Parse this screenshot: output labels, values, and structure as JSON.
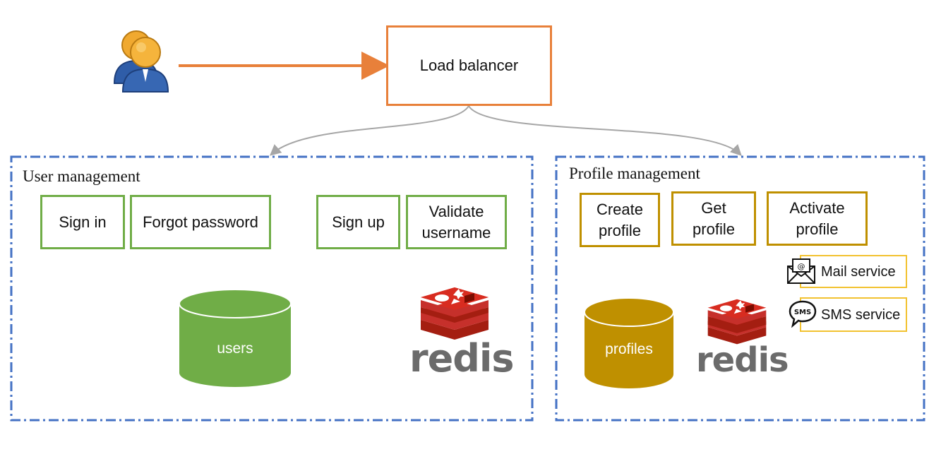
{
  "load_balancer": {
    "label": "Load balancer"
  },
  "user_management": {
    "title": "User management",
    "services": [
      {
        "label": "Sign in"
      },
      {
        "label": "Forgot password"
      },
      {
        "label": "Sign up"
      },
      {
        "label": "Validate\nusername"
      }
    ],
    "database": {
      "label": "users"
    },
    "cache": {
      "label": "redis"
    }
  },
  "profile_management": {
    "title": "Profile management",
    "services": [
      {
        "label": "Create\nprofile"
      },
      {
        "label": "Get\nprofile"
      },
      {
        "label": "Activate\nprofile"
      }
    ],
    "notifications": [
      {
        "label": "Mail service",
        "icon": "mail-icon"
      },
      {
        "label": "SMS service",
        "icon": "sms-icon"
      }
    ],
    "database": {
      "label": "profiles"
    },
    "cache": {
      "label": "redis"
    }
  },
  "colors": {
    "load_balancer": "#E8803A",
    "user_service": "#70AD47",
    "profile_service": "#BF9000",
    "notification": "#F2C230",
    "panel_border": "#4472C4",
    "redis_red": "#D82C20",
    "redis_text": "#6B6B6B"
  }
}
